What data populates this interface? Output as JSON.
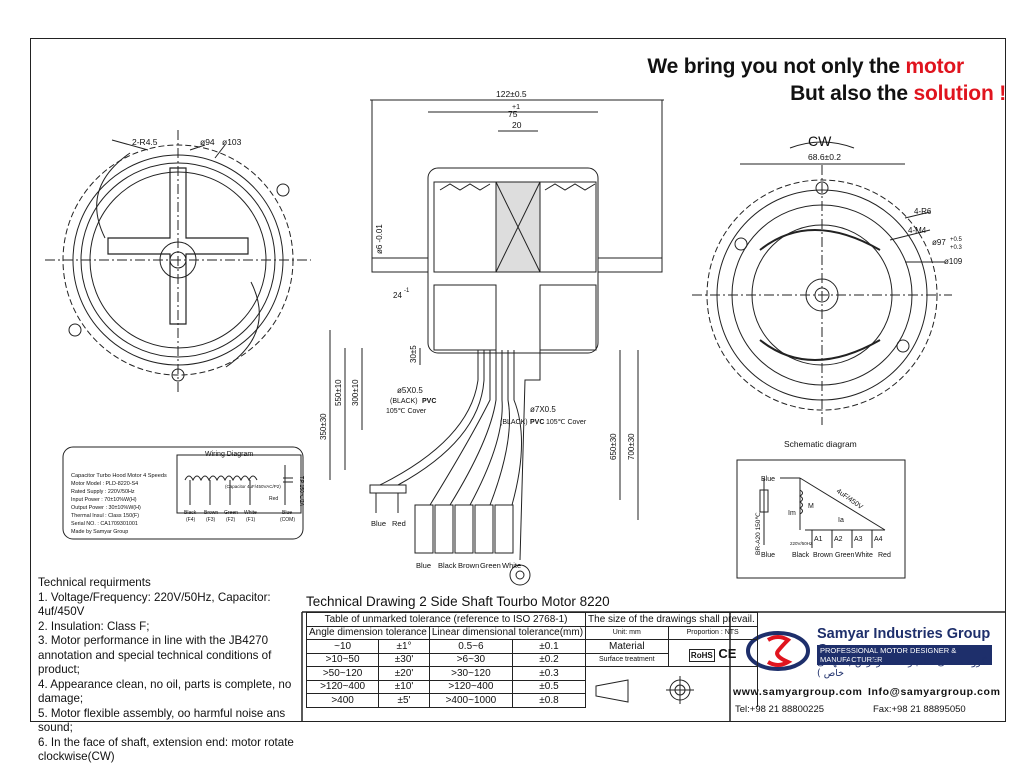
{
  "slogan": {
    "line1_prefix": "We bring you not only the ",
    "line1_highlight": "motor",
    "line2_prefix": "But also the ",
    "line2_highlight": "solution !"
  },
  "accent_color": "#e0141e",
  "brand_color": "#1e2f6b",
  "left_view": {
    "d1": "2-R4.5",
    "d2": "ø94",
    "d3": "ø103"
  },
  "side_view": {
    "dim_total": "122±0.5",
    "dim_mid": "75",
    "dim_mid_tol": "+1",
    "dim_shaft": "20",
    "dim_shaft_dia": "ø6 -0.01",
    "dim_24": "24",
    "dim_24_tol": "-1",
    "dim_30": "30±5",
    "dim_550": "550±10",
    "dim_300": "300±10",
    "dim_350": "350±30",
    "dim_650": "650±30",
    "dim_700": "700±30",
    "cable1_line1": "ø5X0.5",
    "cable1_line2": "(BLACK)",
    "cable1_pvc": "PVC",
    "cable1_line3": "105℃  Cover",
    "cable2_line1": "ø7X0.5",
    "cable2_line2": "(BLACK)",
    "cable2_pvc": "PVC",
    "cable2_line3": "105℃  Cover",
    "plug_labels": [
      "Blue",
      "Red"
    ],
    "lead_labels": [
      "Blue",
      "Black",
      "Brown",
      "Green",
      "White"
    ]
  },
  "right_view": {
    "cw": "CW",
    "d_top": "68.6±0.2",
    "r6": "4-R6",
    "m4": "4-M4",
    "d97": "ø97",
    "d97_tol_a": "+0.5",
    "d97_tol_b": "+0.3",
    "d109": "ø109"
  },
  "schematic_label": "Schematic diagram",
  "label_plate": {
    "title": "Capacitor Turbo Hood Motor 4 Speeds",
    "rows": [
      "Motor Model   : PLD-8220-S4",
      "Rated Supply  : 220V/50Hz",
      "Input Power   : 70±10%W(H)",
      "Output Power  : 30±10%W(H)",
      "Thermal Insul : Class 150(F)",
      "Serial NO.    : CA1709301001",
      "Made by Samyar Group"
    ],
    "wiring_title": "Wiring Diagram",
    "cap_label": "(Capacitor 4uF/450VAC/P2)",
    "tp_label": "T.P 150℃/2A",
    "wires": [
      "Black",
      "Brown",
      "Green",
      "White",
      "Blue"
    ],
    "wire_codes": [
      "(F4)",
      "(F3)",
      "(F2)",
      "(F1)",
      "(COM)"
    ],
    "red_label": "Red"
  },
  "schematic": {
    "blue": "Blue",
    "cap": "4uF/450V",
    "br": "BR-A20 150℃",
    "im": "Im",
    "m": "M",
    "ia": "Ia",
    "volt": "220V/50HZ",
    "taps": [
      "A1",
      "A2",
      "A3",
      "A4"
    ],
    "bottom": [
      "Blue",
      "Black",
      "Brown",
      "Green",
      "White",
      "Red"
    ]
  },
  "tech": {
    "heading": "Technical requirments",
    "items": [
      "1. Voltage/Frequency: 220V/50Hz, Capacitor: 4uf/450V",
      "2. Insulation: Class F;",
      "3. Motor performance in line with the JB4270 annotation and special technical conditions of product;",
      "4. Appearance clean, no oil, parts is complete, no damage;",
      "5. Motor flexible assembly, oo harmful noise ans sound;",
      "6. In the face of shaft, extension end: motor rotate clockwise(CW)"
    ]
  },
  "drawing_title": "Technical Drawing 2 Side Shaft Tourbo Motor 8220",
  "tolerance": {
    "title": "Table of unmarked tolerance (reference to ISO 2768-1)",
    "angle_header": "Angle dimension tolerance",
    "linear_header": "Linear dimensional tolerance(mm)",
    "rows": [
      [
        "~10",
        "±1°",
        "0.5~6",
        "±0.1"
      ],
      [
        ">10~50",
        "±30'",
        ">6~30",
        "±0.2"
      ],
      [
        ">50~120",
        "±20'",
        ">30~120",
        "±0.3"
      ],
      [
        ">120~400",
        "±10'",
        ">120~400",
        "±0.5"
      ],
      [
        ">400",
        "±5'",
        ">400~1000",
        "±0.8"
      ]
    ],
    "size_note": "The size of the drawings shall prevail.",
    "unit": "Unit: mm",
    "proportion": "Proportion : NTS",
    "material": "Material",
    "surface": "Surface treatment",
    "rohs": "RoHS",
    "ce": "CE"
  },
  "company": {
    "name": "Samyar Industries Group Co.",
    "sub": "PROFESSIONAL MOTOR DESIGNER & MANUFACTURER",
    "fa": "گروه صنعتی سامیار مشتقارگرس ( سهامی خاص )",
    "web": "www.samyargroup.com",
    "email": "Info@samyargroup.com",
    "tel": "Tel:+98 21 88800225",
    "fax": "Fax:+98 21 88895050"
  }
}
